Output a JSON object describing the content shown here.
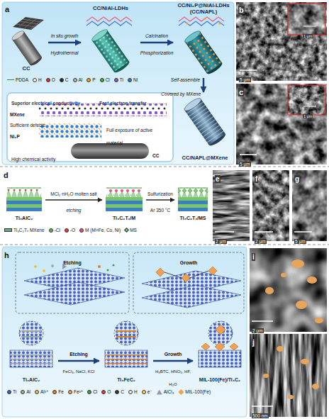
{
  "diagram": {
    "nodes": [
      {
        "text": [
          "CC"
        ]
      },
      {
        "text": [
          "CC/NiAl-LDHs"
        ]
      },
      {
        "text": [
          "CC/Ni₂P@NiAl-LDHs (CC/NAPL)"
        ]
      },
      {
        "text": [
          "CC/NAPL@MXene"
        ]
      },
      {
        "text": [
          "Ti₃AlC₂"
        ]
      },
      {
        "text": [
          "Ti₃C₂Tₓ/M"
        ]
      },
      {
        "text": [
          "Ti₃C₂Tₓ/MS"
        ]
      },
      {
        "text": [
          "Ti₃AlC₂"
        ]
      },
      {
        "text": [
          "Ti₃FeC₂"
        ]
      },
      {
        "text": [
          "MIL-100(Fe)/Ti₃C₂"
        ]
      }
    ],
    "edges": [
      {
        "from": 0,
        "to": 1,
        "label": "In situ growth",
        "arrow": "to"
      },
      {
        "from": 1,
        "to": 2,
        "label": "Calcination",
        "arrow": "to"
      },
      {
        "from": 2,
        "to": 3,
        "label": "Self-assemble",
        "arrow": "to"
      },
      {
        "from": 4,
        "to": 5,
        "label": "MCl₂·nH₂O molten salt",
        "arrow": "to"
      },
      {
        "from": 5,
        "to": 6,
        "label": "Sulfurization",
        "arrow": "to"
      },
      {
        "from": 7,
        "to": 8,
        "label": "Etching",
        "arrow": "to"
      },
      {
        "from": 8,
        "to": 9,
        "label": "Growth",
        "arrow": "to"
      }
    ],
    "labels": [
      "a",
      "Hydrothermal",
      "Phosphorization",
      "Covered by MXene",
      "Superior electrical conductivity",
      "Fast electron transfer",
      "MXene",
      "Sufficient defects",
      "Ni₂P",
      "Full exposure of active material",
      "High chemical activity",
      "CC",
      "b",
      "5 μm",
      "1 μm",
      "c",
      "5 μm",
      "1 μm",
      "d",
      "etching",
      "Ar 350 °C",
      "e",
      "2 μm",
      "f",
      "2 μm",
      "g",
      "5 μm",
      "h",
      "Etching",
      "Growth",
      "FeCl₃, NaCl, KCl",
      "H₃BTC, HNO₃, HF, H₂O",
      "i",
      "2 μm",
      "j",
      "500 nm"
    ],
    "legend": [
      {
        "text": "PDDA"
      },
      {
        "text": "H",
        "color": "#f4f4f4"
      },
      {
        "text": "O",
        "color": "#e0312f"
      },
      {
        "text": "C",
        "color": "#2b2b2b"
      },
      {
        "text": "Al",
        "color": "#b0b7c0"
      },
      {
        "text": "P",
        "color": "#f29b2f"
      },
      {
        "text": "Cl",
        "color": "#3fae49"
      },
      {
        "text": "Ti",
        "color": "#8a5bc4"
      },
      {
        "text": "Ni",
        "color": "#2f7fd8"
      },
      {
        "text": "Ti₃C₂Tₓ MXene"
      },
      {
        "text": "-Cl",
        "color": "#5cb85c"
      },
      {
        "text": "-O",
        "color": "#e53935"
      },
      {
        "text": "M (M=Fe, Co, Ni)",
        "color": "#e84f8a"
      },
      {
        "text": "MS",
        "color": "#7fcf6a"
      },
      {
        "text": "Ti",
        "color": "#4060c8"
      },
      {
        "text": "Al",
        "color": "#a8a8a8"
      },
      {
        "text": "Al³⁺",
        "color": "#e8c547"
      },
      {
        "text": "Fe",
        "color": "#d9822b"
      },
      {
        "text": "Fe³⁺",
        "color": "#e9a84c"
      },
      {
        "text": "Cl",
        "color": "#43a047"
      },
      {
        "text": "O",
        "color": "#e53935"
      },
      {
        "text": "C",
        "color": "#333333"
      },
      {
        "text": "H",
        "color": "#eeeeee"
      },
      {
        "text": "e⁻",
        "color": "#ffd54f"
      },
      {
        "text": "AlCl₃"
      },
      {
        "text": "MIL-100(Fe)",
        "color": "#f0a050"
      }
    ]
  }
}
